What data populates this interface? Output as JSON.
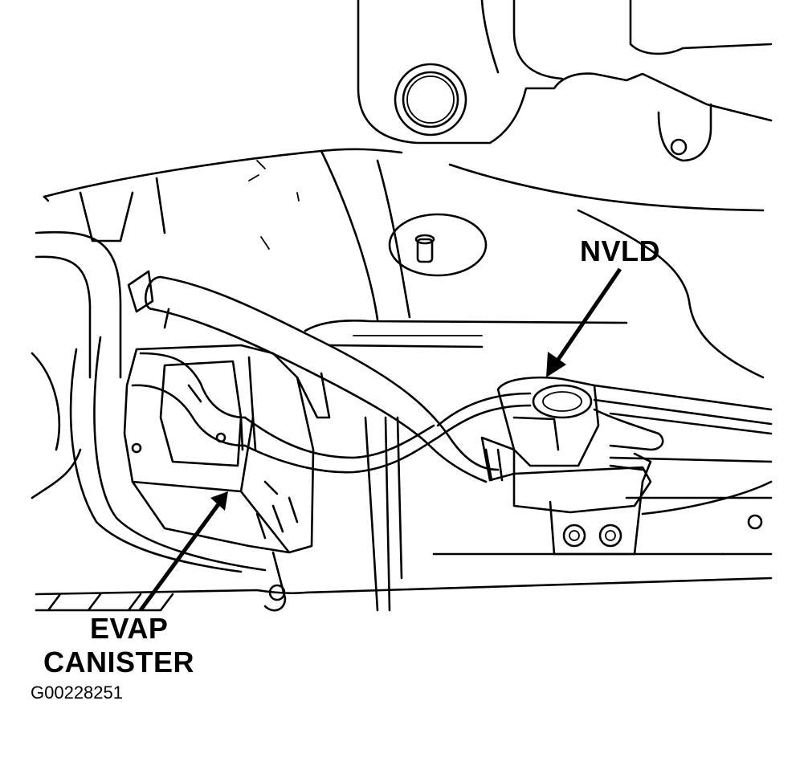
{
  "labels": {
    "nvld": "NVLD",
    "evap_line1": "EVAP",
    "evap_line2": "CANISTER"
  },
  "figure_id": "G00228251"
}
